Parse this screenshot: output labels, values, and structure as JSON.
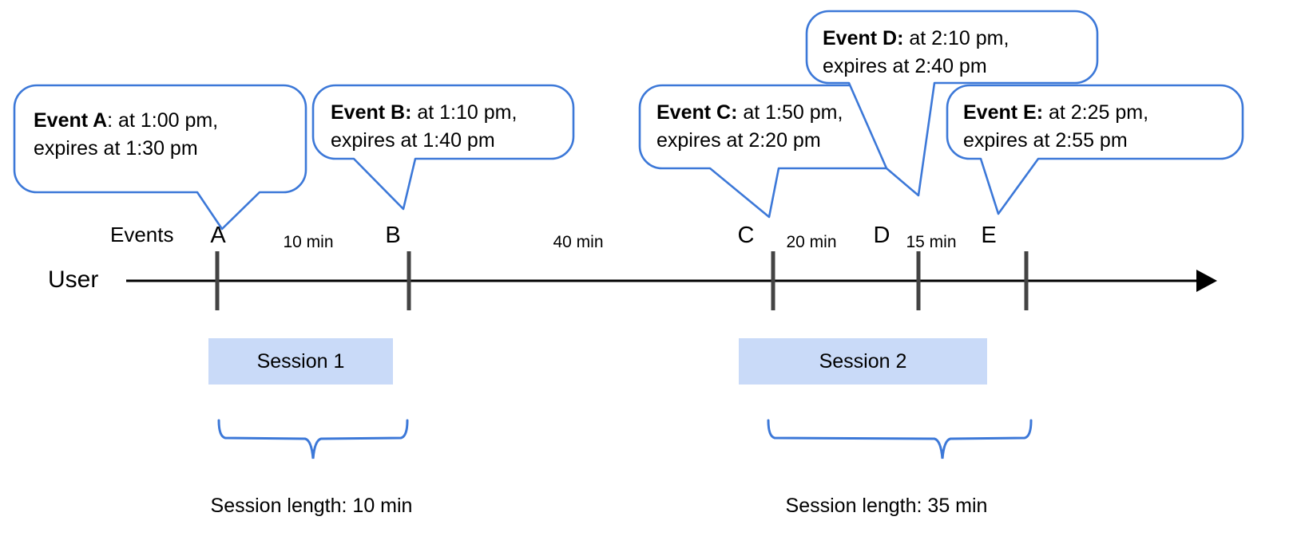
{
  "diagram": {
    "title": "User session timeline with event expiry callouts",
    "colors": {
      "callout_border": "#3c78d8",
      "session_fill": "#c9daf8",
      "axis": "#000000",
      "tick": "#434343",
      "brace": "#3c78d8"
    },
    "axis": {
      "row_label": "User",
      "events_label": "Events"
    },
    "events": [
      {
        "letter": "A",
        "bold": "Event A",
        "rest": ": at 1:00 pm,",
        "line2": "expires at 1:30 pm",
        "time": "1:00 pm",
        "expires": "1:30 pm"
      },
      {
        "letter": "B",
        "bold": "Event B:",
        "rest": " at 1:10 pm,",
        "line2": "expires at 1:40 pm",
        "time": "1:10 pm",
        "expires": "1:40 pm"
      },
      {
        "letter": "C",
        "bold": "Event C:",
        "rest": " at 1:50 pm,",
        "line2": "expires at 2:20 pm",
        "time": "1:50 pm",
        "expires": "2:20 pm"
      },
      {
        "letter": "D",
        "bold": "Event D:",
        "rest": " at 2:10 pm,",
        "line2": "expires at 2:40 pm",
        "time": "2:10 pm",
        "expires": "2:40 pm"
      },
      {
        "letter": "E",
        "bold": "Event E:",
        "rest": " at 2:25 pm,",
        "line2": "expires at 2:55 pm",
        "time": "2:25 pm",
        "expires": "2:55 pm"
      }
    ],
    "gaps": [
      {
        "label": "10 min",
        "between": "A-B"
      },
      {
        "label": "40 min",
        "between": "B-C"
      },
      {
        "label": "20 min",
        "between": "C-D"
      },
      {
        "label": "15 min",
        "between": "D-E"
      }
    ],
    "sessions": [
      {
        "name": "Session 1",
        "length_label": "Session length: 10 min"
      },
      {
        "name": "Session 2",
        "length_label": "Session length: 35 min"
      }
    ]
  }
}
